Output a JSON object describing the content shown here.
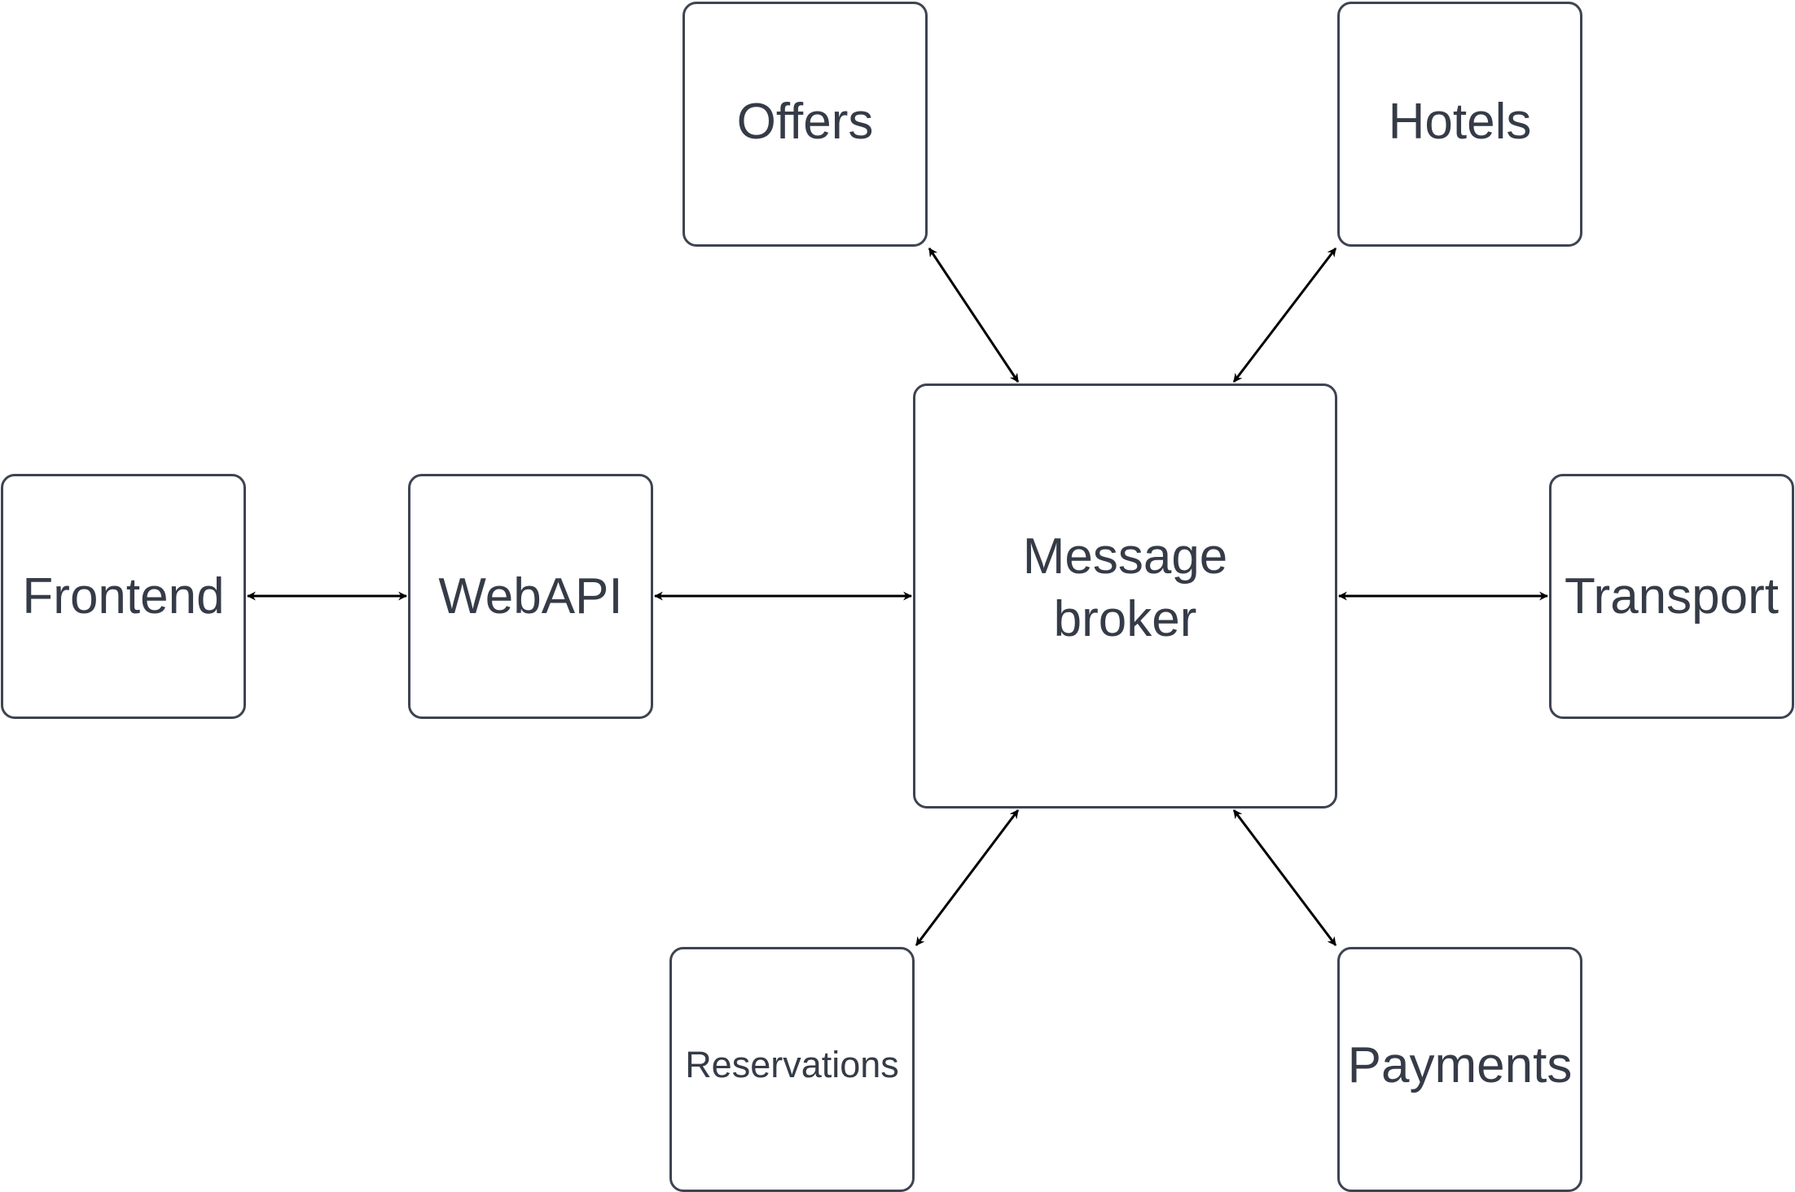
{
  "nodes": {
    "offers": "Offers",
    "hotels": "Hotels",
    "frontend": "Frontend",
    "webapi": "WebAPI",
    "broker": "Message\nbroker",
    "transport": "Transport",
    "reservations": "Reservations",
    "payments": "Payments"
  },
  "colors": {
    "box_border": "#3d4452",
    "text": "#353b47",
    "arrow": "#000000",
    "background": "#ffffff"
  },
  "connections": [
    {
      "from": "Frontend",
      "to": "WebAPI",
      "direction": "bidirectional"
    },
    {
      "from": "WebAPI",
      "to": "Message broker",
      "direction": "bidirectional"
    },
    {
      "from": "Message broker",
      "to": "Transport",
      "direction": "bidirectional"
    },
    {
      "from": "Message broker",
      "to": "Offers",
      "direction": "bidirectional"
    },
    {
      "from": "Message broker",
      "to": "Hotels",
      "direction": "bidirectional"
    },
    {
      "from": "Message broker",
      "to": "Reservations",
      "direction": "bidirectional"
    },
    {
      "from": "Message broker",
      "to": "Payments",
      "direction": "bidirectional"
    }
  ]
}
